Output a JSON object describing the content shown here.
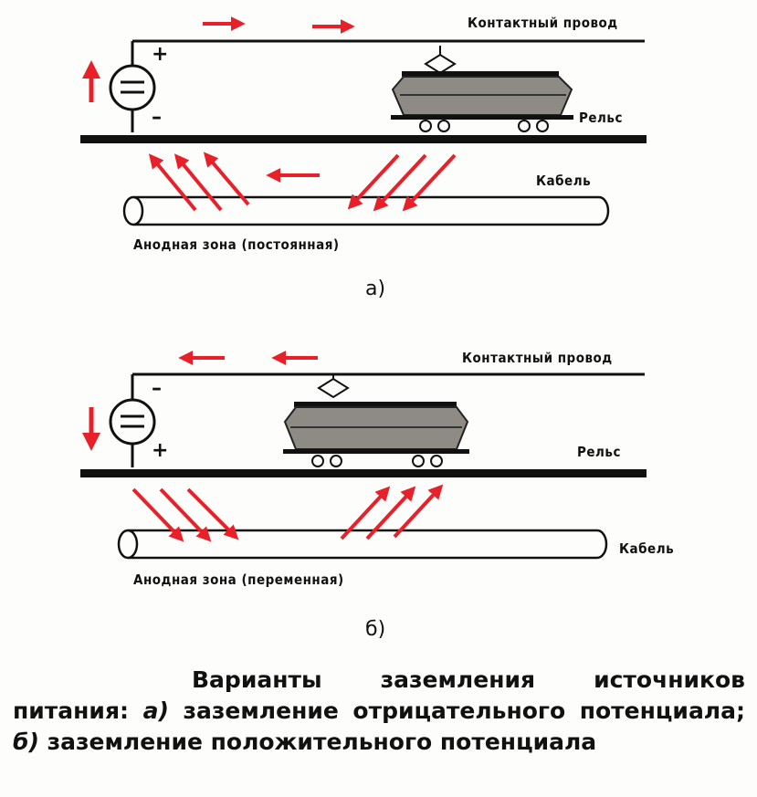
{
  "panel_a": {
    "contact_wire": "Контактный провод",
    "rail": "Рельс",
    "cable": "Кабель",
    "zone": "Анодная зона (постоянная)",
    "sub_label": "а)",
    "top_sign": "+",
    "bottom_sign": "–"
  },
  "panel_b": {
    "contact_wire": "Контактный провод",
    "rail": "Рельс",
    "cable": "Кабель",
    "zone": "Анодная зона (переменная)",
    "sub_label": "б)",
    "top_sign": "–",
    "bottom_sign": "+"
  },
  "caption": {
    "part1": "Варианты заземления источников питания: ",
    "a_mark": "а)",
    "part2": " заземление отрицательного потенциала; ",
    "b_mark": "б)",
    "part3": " заземление положительного потенциала"
  },
  "colors": {
    "arrow": "#e8202a",
    "tram": "#8e8a84",
    "line": "#111111"
  },
  "icons": [
    "source-symbol",
    "tram-car",
    "cable-pipe",
    "current-arrow"
  ]
}
